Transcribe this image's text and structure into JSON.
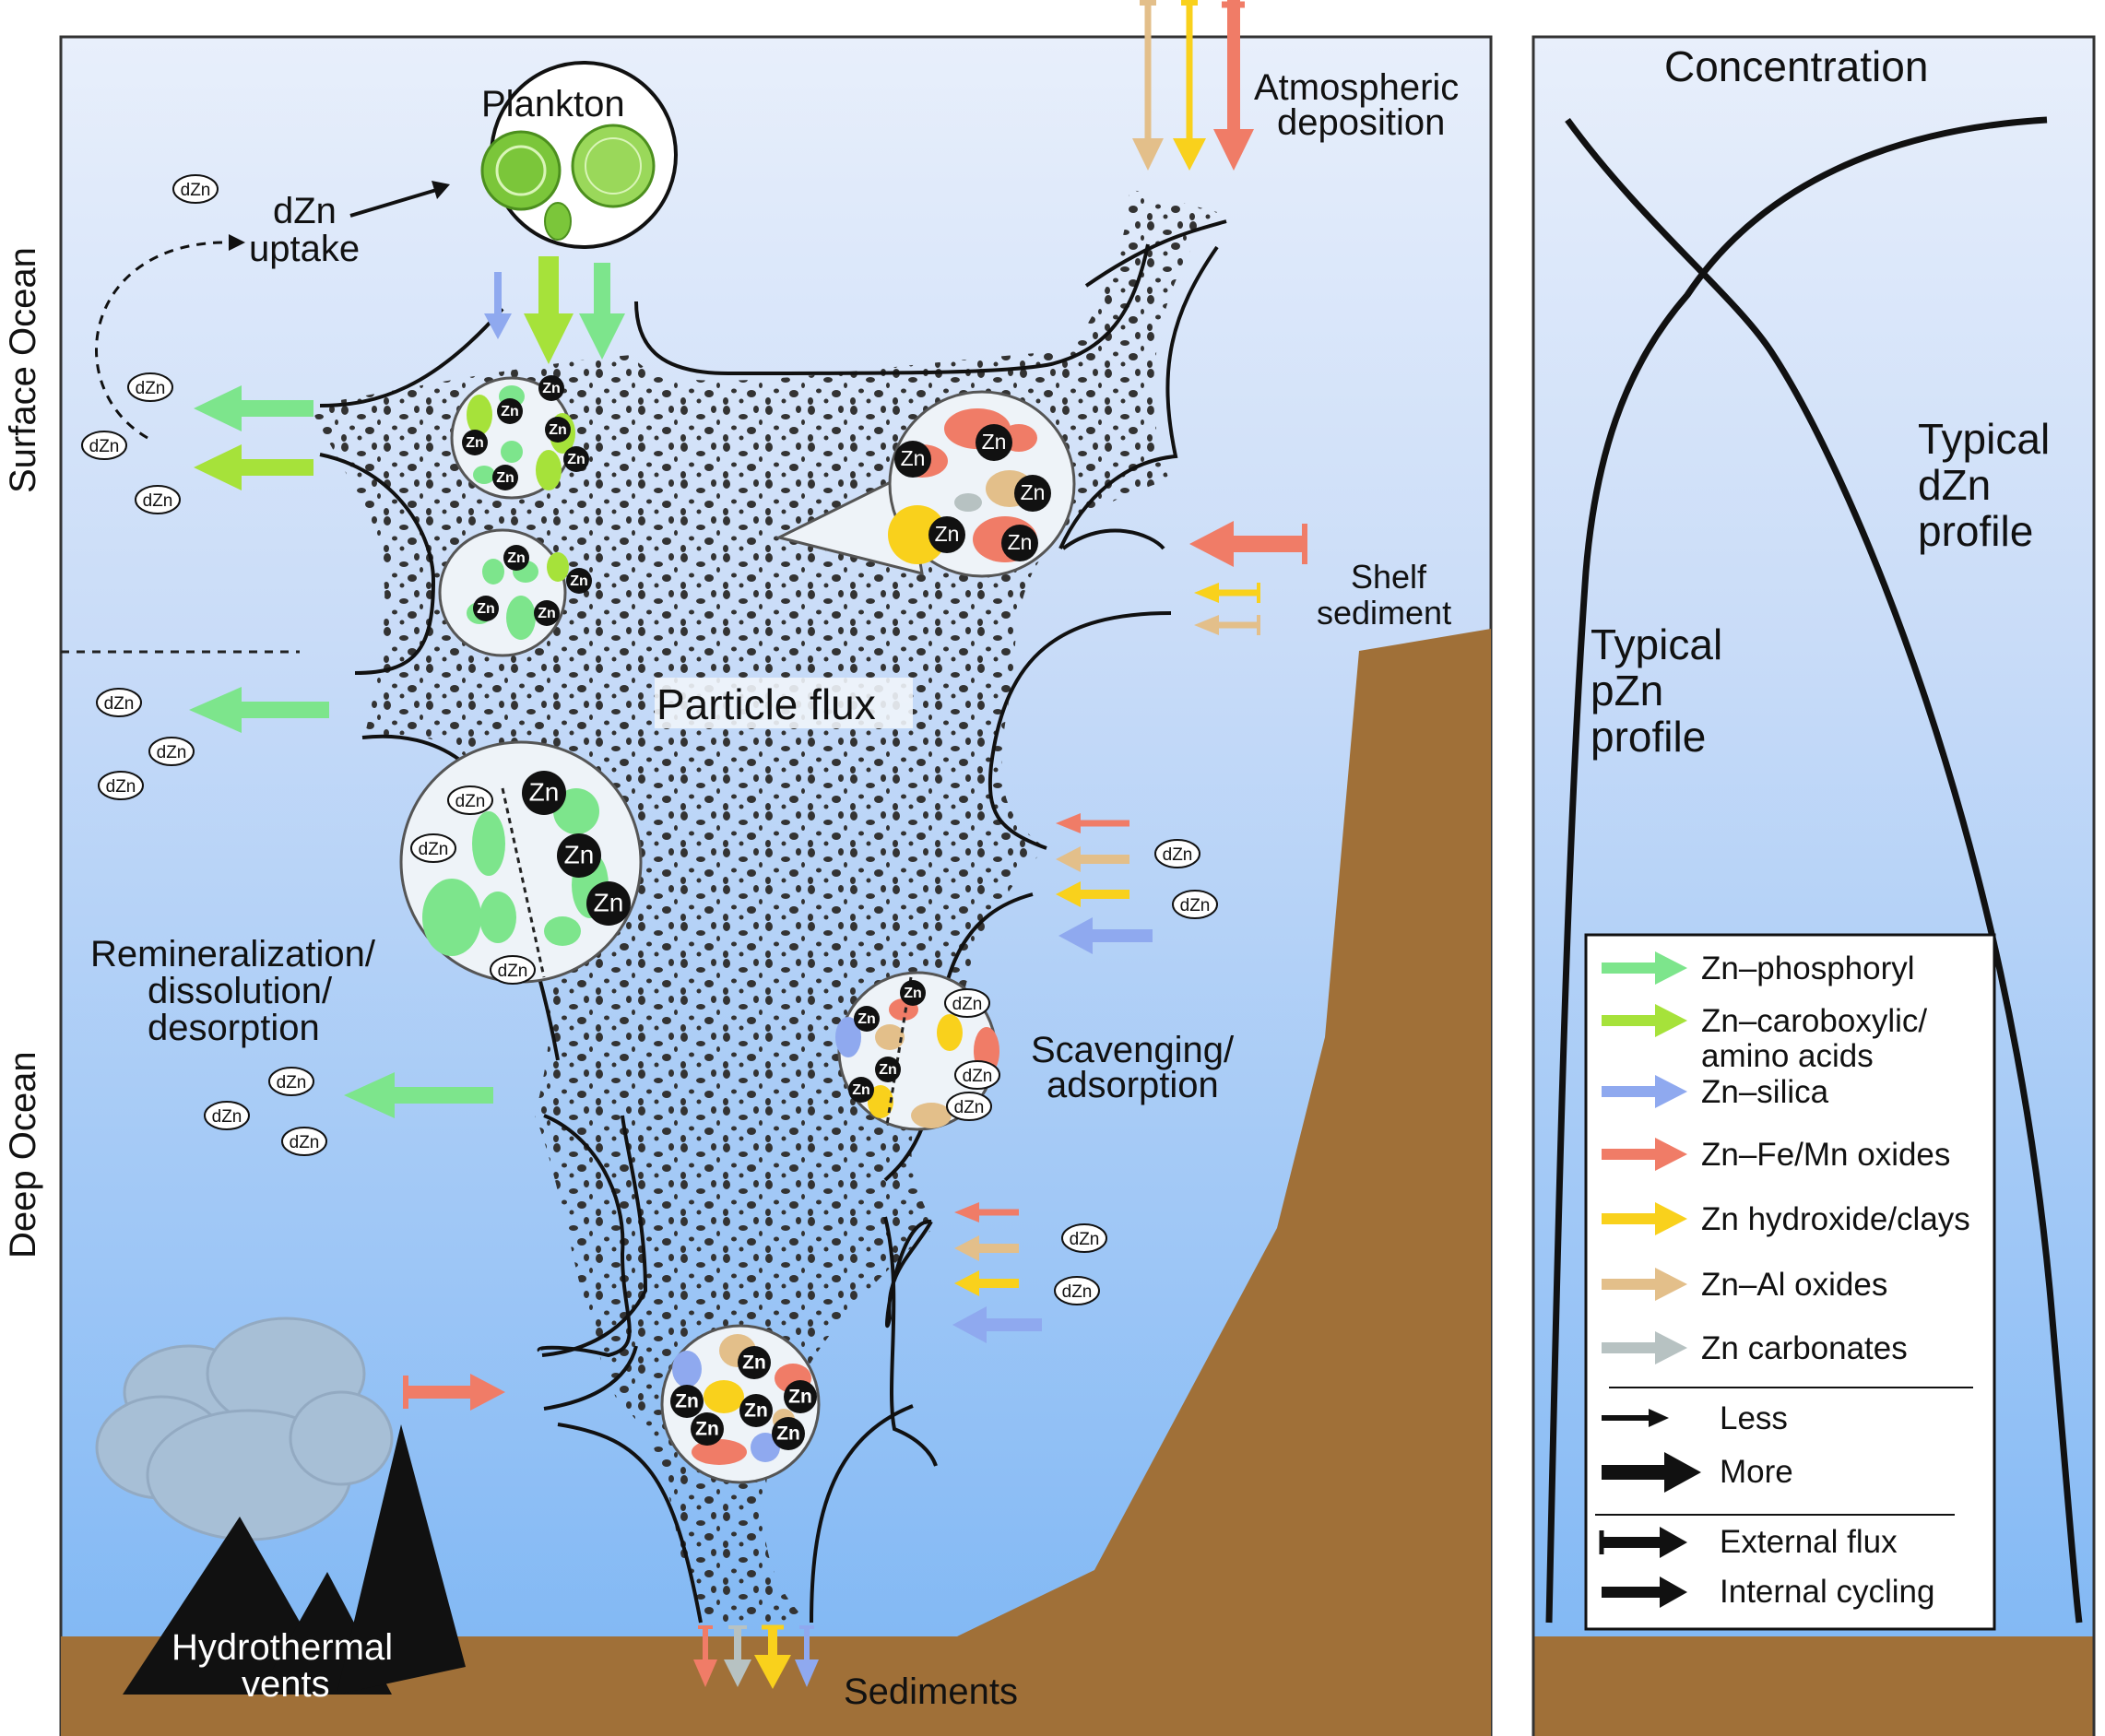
{
  "labels": {
    "surface_ocean": "Surface Ocean",
    "deep_ocean": "Deep Ocean",
    "plankton": "Plankton",
    "dzn_uptake_1": "dZn",
    "dzn_uptake_2": "uptake",
    "atmospheric_1": "Atmospheric",
    "atmospheric_2": "deposition",
    "shelf_1": "Shelf",
    "shelf_2": "sediment",
    "particle_flux": "Particle flux",
    "remin_1": "Remineralization/",
    "remin_2": "dissolution/",
    "remin_3": "desorption",
    "scav_1": "Scavenging/",
    "scav_2": "adsorption",
    "hydro_1": "Hydrothermal",
    "hydro_2": "vents",
    "sediments": "Sediments",
    "dzn": "dZn",
    "zn": "Zn"
  },
  "right_panel": {
    "title": "Concentration",
    "pzn_1": "Typical",
    "pzn_2": "pZn",
    "pzn_3": "profile",
    "dzn_1": "Typical",
    "dzn_2": "dZn",
    "dzn_3": "profile"
  },
  "legend": {
    "items": [
      {
        "lines": [
          "Zn–phosphoryl"
        ],
        "color": "#7de58c"
      },
      {
        "lines": [
          "Zn–caroboxylic/",
          "amino acids"
        ],
        "color": "#a6e23a"
      },
      {
        "lines": [
          "Zn–silica"
        ],
        "color": "#8fa9ef"
      },
      {
        "lines": [
          "Zn–Fe/Mn oxides"
        ],
        "color": "#f07c67"
      },
      {
        "lines": [
          "Zn hydroxide/clays"
        ],
        "color": "#f9d11c"
      },
      {
        "lines": [
          "Zn–Al oxides"
        ],
        "color": "#e3bf8a"
      },
      {
        "lines": [
          "Zn carbonates"
        ],
        "color": "#b7c2c2"
      }
    ],
    "less": "Less",
    "more": "More",
    "external": "External flux",
    "internal": "Internal cycling"
  },
  "colors": {
    "ocean_top": "#e6eefa",
    "ocean_bottom": "#7cb6f4",
    "sediment": "#a07038",
    "phosphoryl": "#7de58c",
    "carboxylic": "#a6e23a",
    "silica": "#8fa9ef",
    "femn": "#f07c67",
    "hydroxide": "#f9d11c",
    "al": "#e3bf8a",
    "carbonate": "#b7c2c2"
  }
}
